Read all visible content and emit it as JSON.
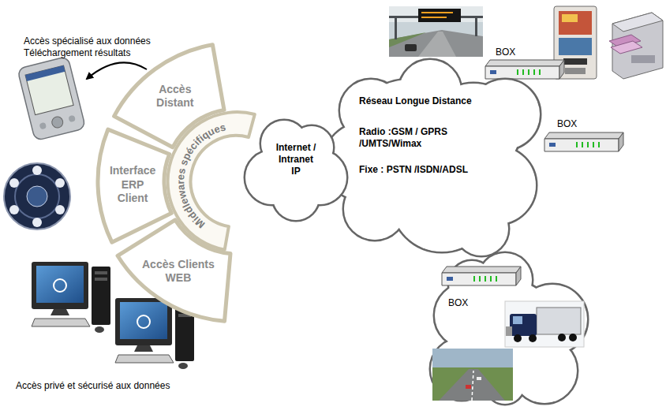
{
  "diagram": {
    "nodes": [
      {
        "text": [
          "Middlewares spécifiques"
        ]
      },
      {
        "text": [
          "Accès Distant"
        ]
      },
      {
        "text": [
          "Interface ERP Client"
        ]
      },
      {
        "text": [
          "Accès Clients WEB"
        ]
      },
      {
        "text": [
          "Internet / Intranet IP"
        ]
      },
      {
        "text": [
          "Réseau Longue Distance",
          "Radio :GSM / GPRS /UMTS/Wimax",
          "Fixe : PSTN /ISDN/ADSL"
        ]
      }
    ],
    "labels": [
      "Accès spécialisé aux données",
      "Téléchargement résultats",
      "BOX",
      "BOX",
      "BOX",
      "Accès privé et sécurisé aux données"
    ]
  }
}
